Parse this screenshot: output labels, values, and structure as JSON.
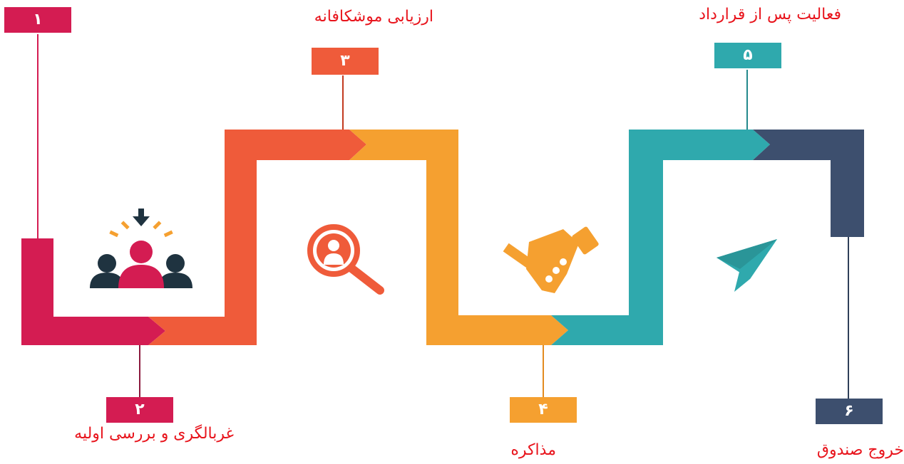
{
  "colors": {
    "step1": "#d41c52",
    "step2": "#ef5b3a",
    "step3": "#f5a030",
    "step4": "#2fa9ad",
    "step5": "#3d4f6e",
    "label_text": "#e8141c",
    "icon_dark": "#1f3340"
  },
  "steps": [
    {
      "number": "١",
      "label": ""
    },
    {
      "number": "٢",
      "label": "غربالگری و بررسی اولیه"
    },
    {
      "number": "٣",
      "label": "ارزیابی موشکافانه"
    },
    {
      "number": "۴",
      "label": "مذاکره"
    },
    {
      "number": "۵",
      "label": "فعالیت پس از قرارداد"
    },
    {
      "number": "۶",
      "label": "خروج صندوق"
    }
  ],
  "icons": [
    "people-selection-icon",
    "magnifier-person-icon",
    "handshake-icon",
    "paper-plane-icon"
  ]
}
